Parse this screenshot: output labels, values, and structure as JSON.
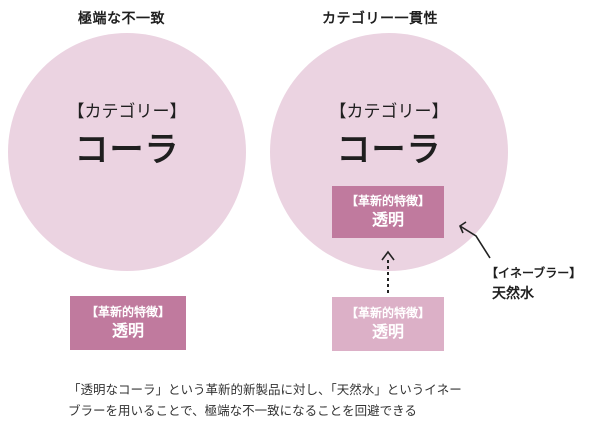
{
  "left_panel": {
    "title": "極端な不一致",
    "category_label": "【カテゴリー】",
    "category_value": "コーラ",
    "feature_label": "【革新的特徴】",
    "feature_value": "透明"
  },
  "right_panel": {
    "title": "カテゴリー一貫性",
    "category_label": "【カテゴリー】",
    "category_value": "コーラ",
    "feature_inside_label": "【革新的特徴】",
    "feature_inside_value": "透明",
    "feature_outside_label": "【革新的特徴】",
    "feature_outside_value": "透明",
    "enabler_label": "【イネーブラー】",
    "enabler_value": "天然水"
  },
  "caption": {
    "line1": "「透明なコーラ」という革新的新製品に対し、「天然水」というイネー",
    "line2": "ブラーを用いることで、極端な不一致になることを回避できる"
  },
  "colors": {
    "circle": "#ebd3e1",
    "feature_strong": "#c07a9e",
    "feature_faded": "#dcb0c7"
  }
}
